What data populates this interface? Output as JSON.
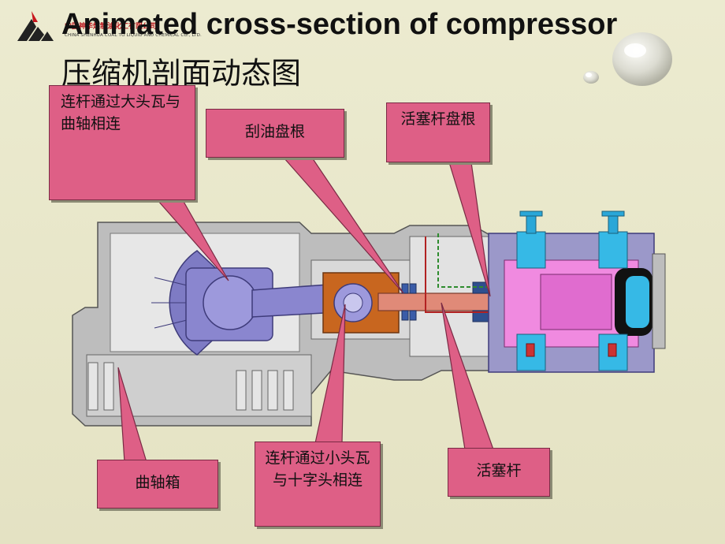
{
  "title": {
    "english": "Animated cross-section of compressor",
    "chinese": "压缩机剖面动态图"
  },
  "logo": {
    "company_cn": "中国神华煤制油化工有限公司",
    "company_en": "CHINA SHENHUA COAL TO LIQUID AND CHEMICAL CO., LTD."
  },
  "callouts": {
    "connecting_rod_big_end": "连杆通过大头瓦与曲轴相连",
    "oil_scraper_packing": "刮油盘根",
    "piston_rod_packing": "活塞杆盘根",
    "crankcase": "曲轴箱",
    "connecting_rod_small_end": "连杆通过小头瓦与十字头相连",
    "piston_rod": "活塞杆"
  },
  "colors": {
    "background": "#e8e6c8",
    "callout_fill": "#de5f86",
    "housing_gray": "#b9b9b9",
    "crank_purple": "#7e7bc4",
    "crosshead_orange": "#c8661f",
    "rod_salmon": "#e08a78",
    "cylinder_pink": "#f08ae0",
    "valve_cyan": "#36b9e6"
  }
}
